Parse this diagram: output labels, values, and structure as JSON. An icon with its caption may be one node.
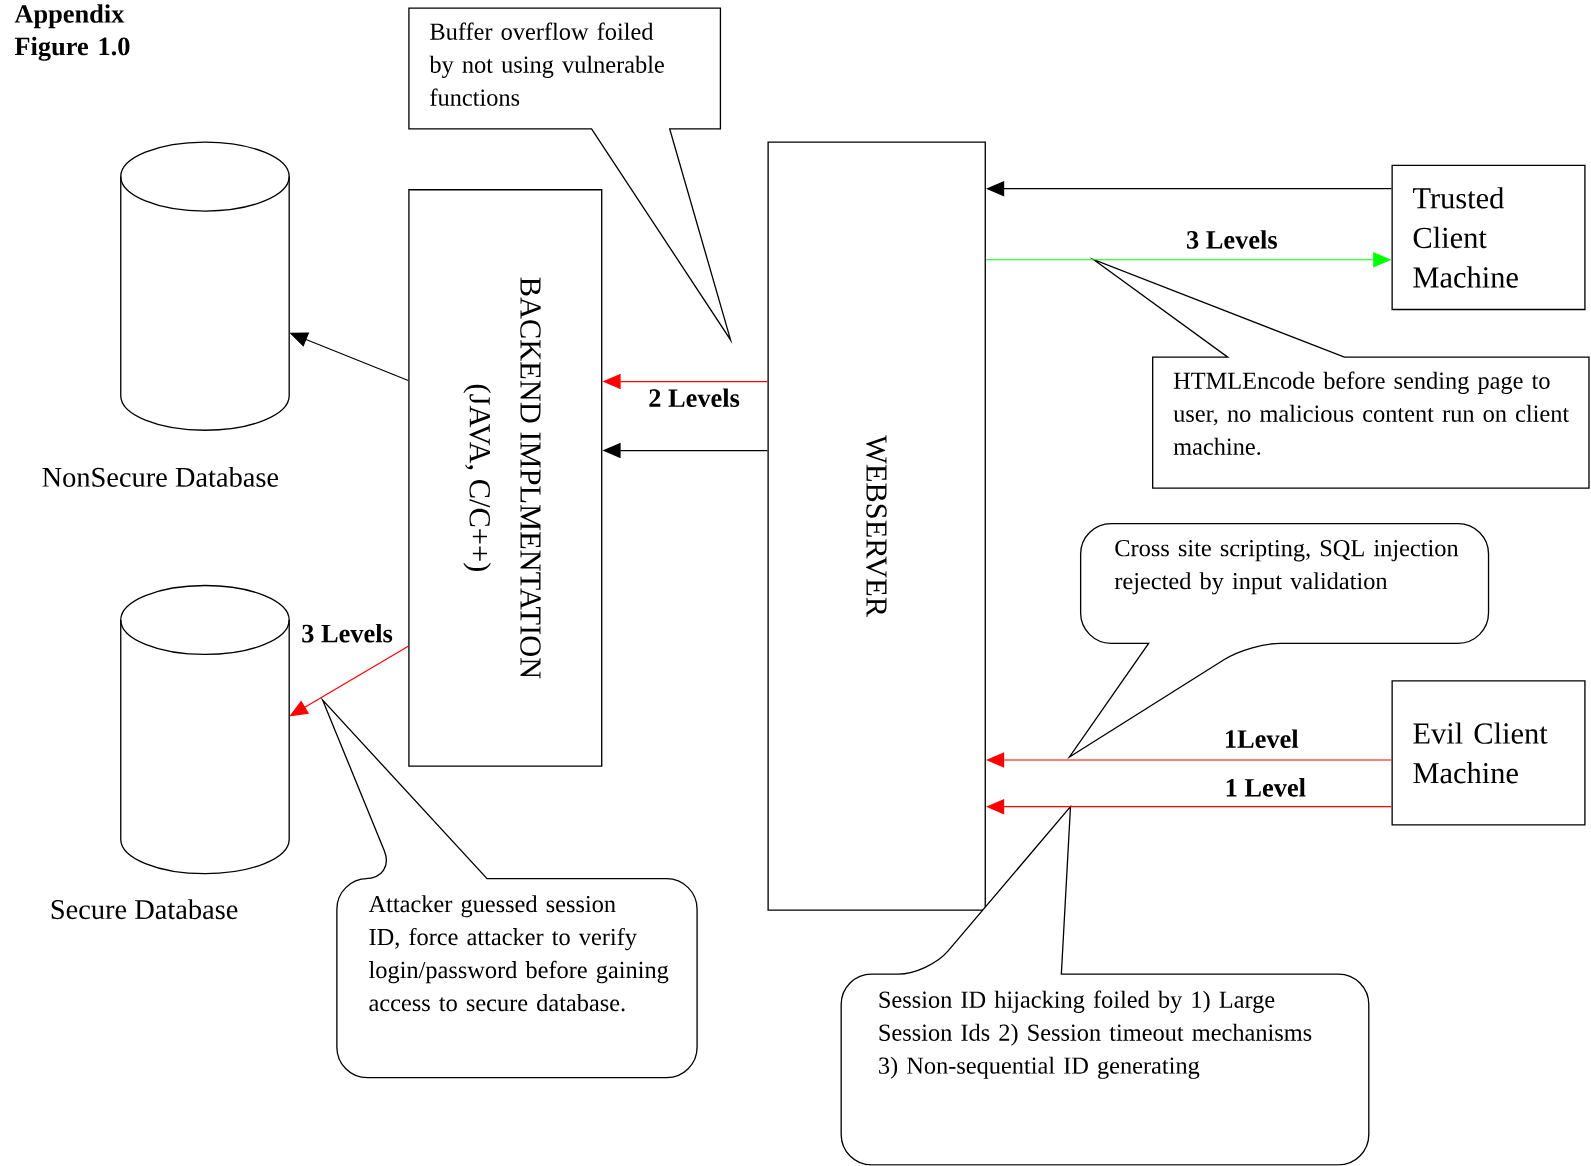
{
  "diagram": {
    "title": "Appendix Figure 1.0",
    "nodes": [
      {
        "text": [
          "NonSecure Database"
        ]
      },
      {
        "text": [
          "Secure Database"
        ]
      },
      {
        "text": [
          "BACKEND IMPLMENTATION",
          "(JAVA, C/C++)"
        ]
      },
      {
        "text": [
          "WEBSERVER"
        ]
      },
      {
        "text": [
          "Trusted Client Machine"
        ]
      },
      {
        "text": [
          "Evil Client Machine"
        ]
      },
      {
        "text": [
          "Buffer overflow foiled by not using vulnerable functions"
        ]
      },
      {
        "text": [
          "HTMLEncode before sending page to user, no malicious content run on client machine."
        ]
      },
      {
        "text": [
          "Cross site scripting, SQL injection rejected by input validation"
        ]
      },
      {
        "text": [
          "Attacker guessed session ID, force attacker to verify login/password before gaining access to secure database."
        ]
      },
      {
        "text": [
          "Session ID hijacking foiled by 1) Large Session Ids 2) Session timeout mechanisms 3)  Non-sequential ID generating"
        ]
      }
    ],
    "edges": [
      {
        "from": 2,
        "to": 0,
        "arrow": "to",
        "color": "#000000"
      },
      {
        "from": 2,
        "to": 1,
        "arrow": "to",
        "label": "3 Levels",
        "color": "#ff0000"
      },
      {
        "from": 3,
        "to": 2,
        "arrow": "to",
        "label": "2 Levels",
        "color": "#ff0000"
      },
      {
        "from": 3,
        "to": 2,
        "arrow": "to",
        "color": "#000000"
      },
      {
        "from": 4,
        "to": 3,
        "arrow": "to",
        "color": "#000000"
      },
      {
        "from": 3,
        "to": 4,
        "arrow": "to",
        "label": "3 Levels",
        "color": "#00ff00"
      },
      {
        "from": 5,
        "to": 3,
        "arrow": "to",
        "label": "1Level",
        "color": "#ff0000"
      },
      {
        "from": 5,
        "to": 3,
        "arrow": "to",
        "label": "1 Level",
        "color": "#ff0000"
      }
    ]
  }
}
